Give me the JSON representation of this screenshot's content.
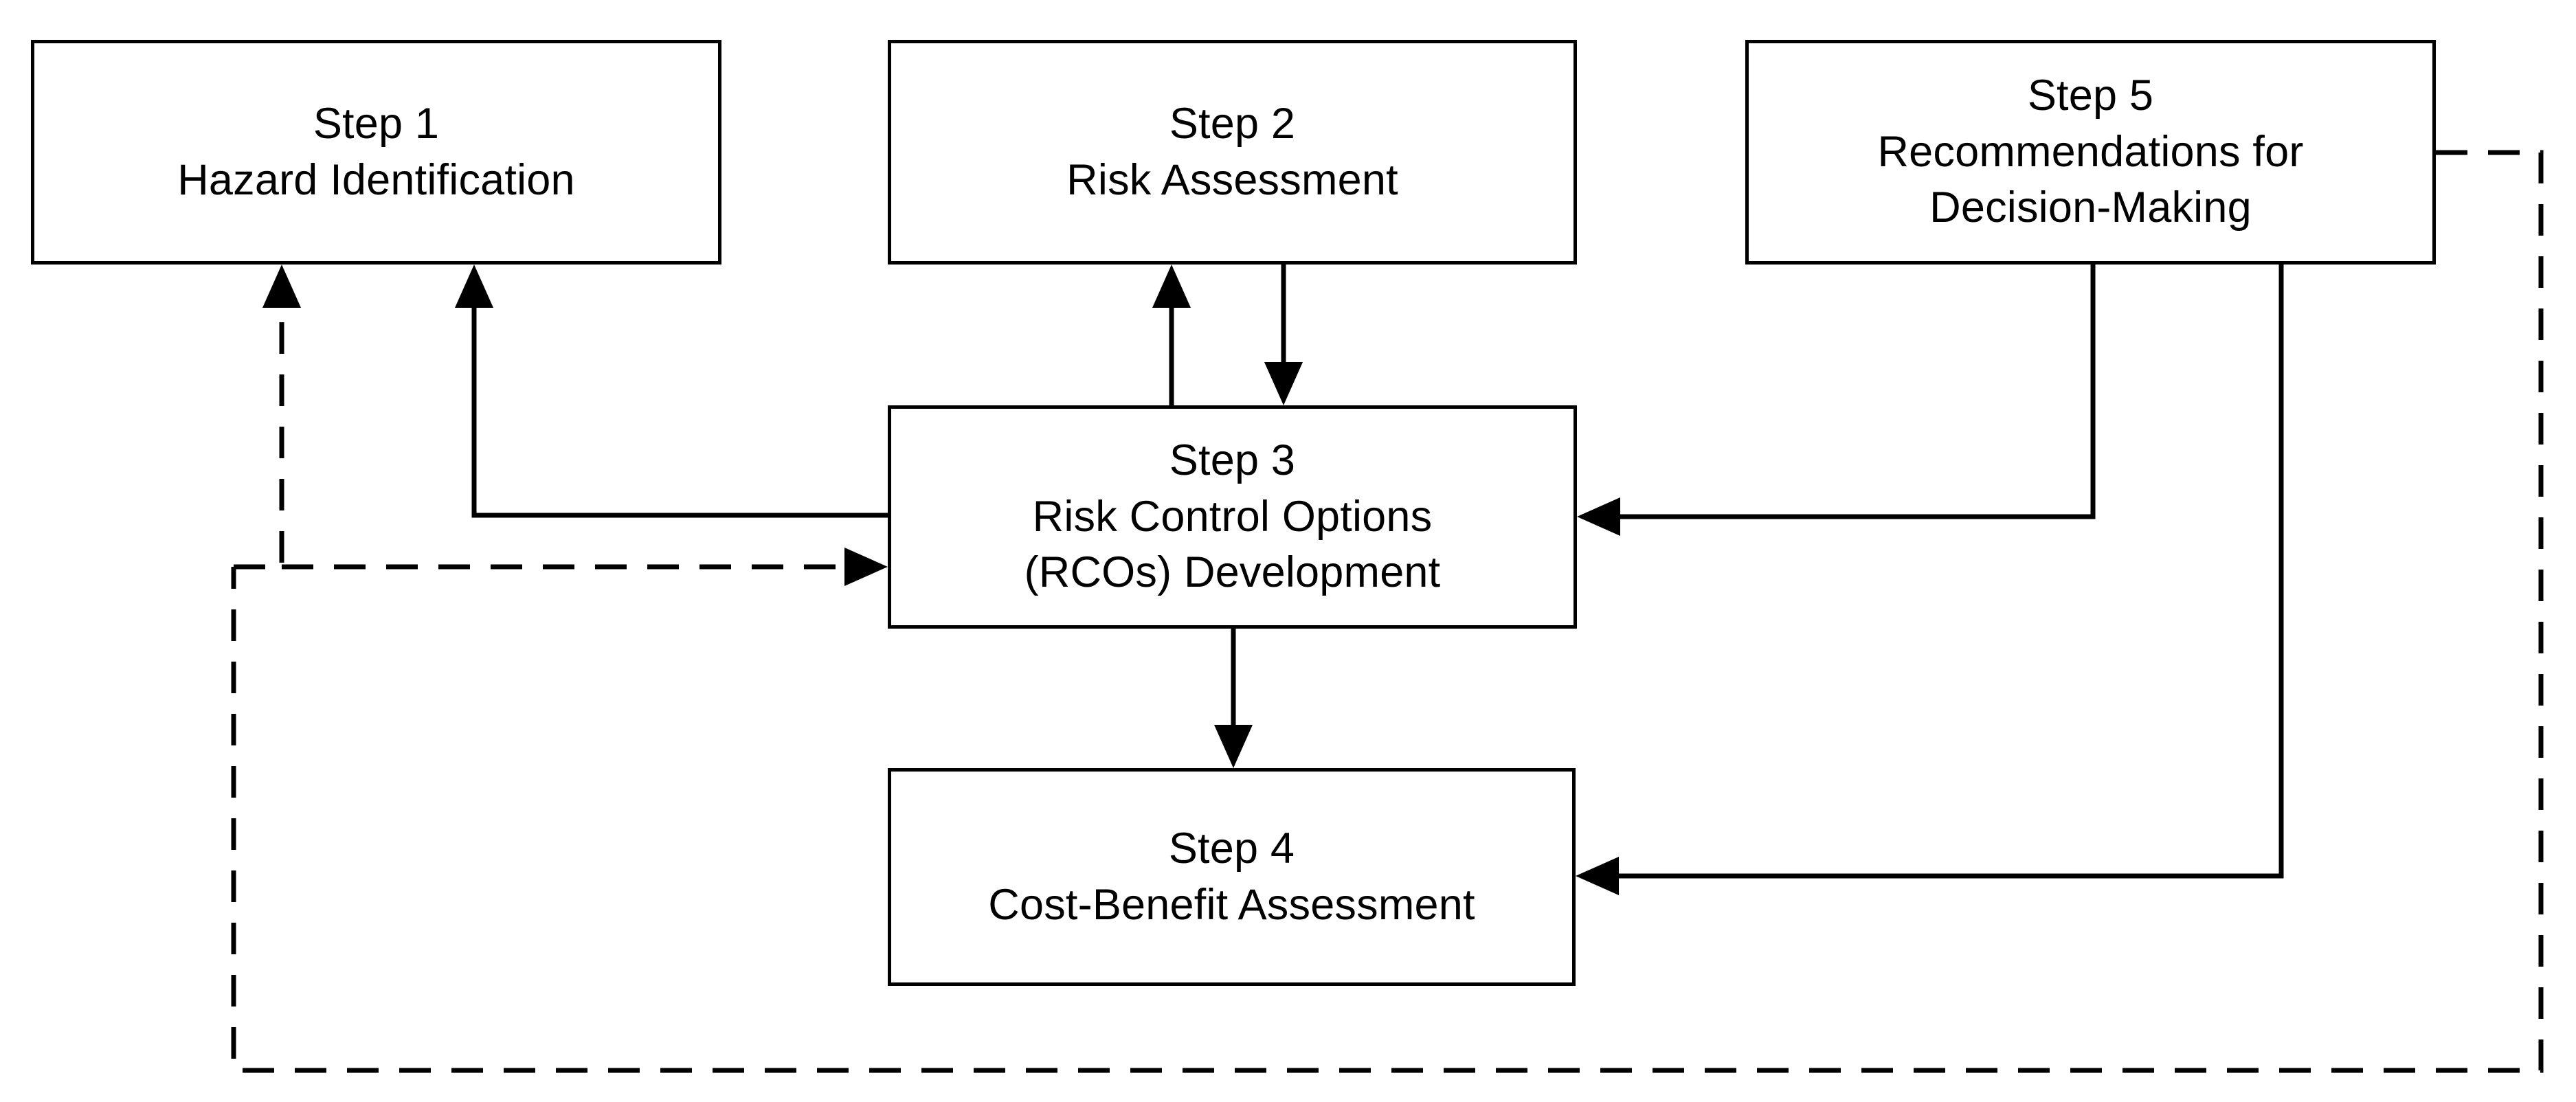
{
  "diagram": {
    "title": "Formal Safety Assessment five-step process flowchart",
    "background_color": "#ffffff",
    "line_color": "#000000",
    "box_border_color": "#000000",
    "box_fill_color": "#ffffff",
    "nodes": [
      {
        "id": "step1",
        "heading": "Step 1",
        "line2": "Hazard Identification",
        "line3": ""
      },
      {
        "id": "step2",
        "heading": "Step 2",
        "line2": "Risk Assessment",
        "line3": ""
      },
      {
        "id": "step5",
        "heading": "Step 5",
        "line2": "Recommendations for",
        "line3": "Decision-Making"
      },
      {
        "id": "step3",
        "heading": "Step 3",
        "line2": "Risk Control Options",
        "line3": "(RCOs) Development"
      },
      {
        "id": "step4",
        "heading": "Step 4",
        "line2": "Cost-Benefit Assessment",
        "line3": ""
      }
    ],
    "connectors": [
      {
        "id": "step3-to-step1",
        "from": "step3",
        "to": "step1",
        "style": "solid",
        "arrow": "to"
      },
      {
        "id": "step3-to-step2",
        "from": "step3",
        "to": "step2",
        "style": "solid",
        "arrow": "to"
      },
      {
        "id": "step2-to-step3",
        "from": "step2",
        "to": "step3",
        "style": "solid",
        "arrow": "to"
      },
      {
        "id": "step3-to-step4",
        "from": "step3",
        "to": "step4",
        "style": "solid",
        "arrow": "to"
      },
      {
        "id": "step5-to-step3",
        "from": "step5",
        "to": "step3",
        "style": "solid",
        "arrow": "to"
      },
      {
        "id": "step5-to-step4",
        "from": "step5",
        "to": "step4",
        "style": "solid",
        "arrow": "to"
      },
      {
        "id": "step5-feedback-to-step1",
        "from": "step5",
        "to": "step1",
        "style": "dashed",
        "arrow": "to"
      },
      {
        "id": "step5-feedback-to-step3",
        "from": "step5",
        "to": "step3",
        "style": "dashed",
        "arrow": "to"
      }
    ]
  }
}
